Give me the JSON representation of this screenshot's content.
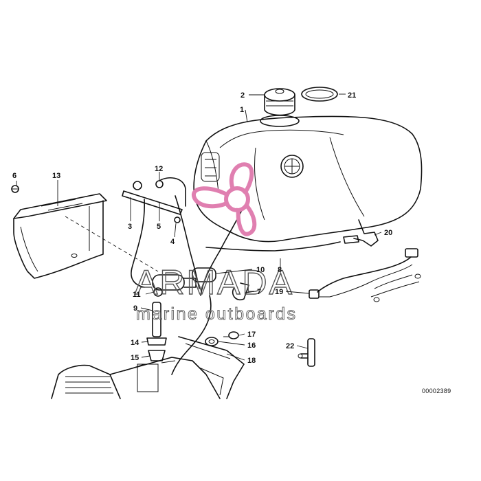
{
  "watermark": {
    "brand": "ARMADA",
    "tagline": "marine outboards",
    "logo_color": "#e07fb0"
  },
  "figure_ref": "00002389",
  "parts": [
    {
      "num": "1"
    },
    {
      "num": "2"
    },
    {
      "num": "3"
    },
    {
      "num": "4"
    },
    {
      "num": "5"
    },
    {
      "num": "6"
    },
    {
      "num": "7"
    },
    {
      "num": "8"
    },
    {
      "num": "9"
    },
    {
      "num": "10"
    },
    {
      "num": "11"
    },
    {
      "num": "12"
    },
    {
      "num": "13"
    },
    {
      "num": "14"
    },
    {
      "num": "15"
    },
    {
      "num": "16"
    },
    {
      "num": "17"
    },
    {
      "num": "18"
    },
    {
      "num": "19"
    },
    {
      "num": "20"
    },
    {
      "num": "21"
    },
    {
      "num": "22"
    }
  ]
}
